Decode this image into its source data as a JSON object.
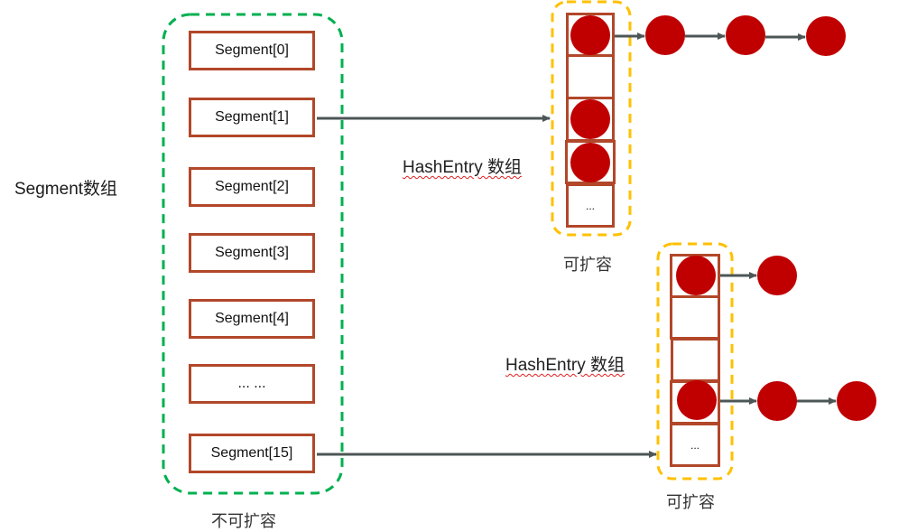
{
  "title_label": "Segment数组",
  "segments": {
    "items": [
      "Segment[0]",
      "Segment[1]",
      "Segment[2]",
      "Segment[3]",
      "Segment[4]",
      "... ...",
      "Segment[15]"
    ],
    "caption": "不可扩容",
    "border_color": "#00b050"
  },
  "hash_tables": [
    {
      "label": "HashEntry 数组",
      "caption": "可扩容",
      "cells": [
        "",
        "",
        "",
        "",
        "..."
      ],
      "linked_from": "Segment[1]",
      "chain_lengths": [
        4,
        0,
        1,
        1,
        0
      ]
    },
    {
      "label": "HashEntry 数组",
      "caption": "可扩容",
      "cells": [
        "",
        "",
        "",
        "",
        "..."
      ],
      "linked_from": "Segment[15]",
      "chain_lengths": [
        2,
        0,
        0,
        3,
        0
      ]
    }
  ],
  "colors": {
    "node": "#c00000",
    "cell_border": "#b2472a",
    "expandable_border": "#ffc000",
    "arrow": "#4d5656"
  }
}
